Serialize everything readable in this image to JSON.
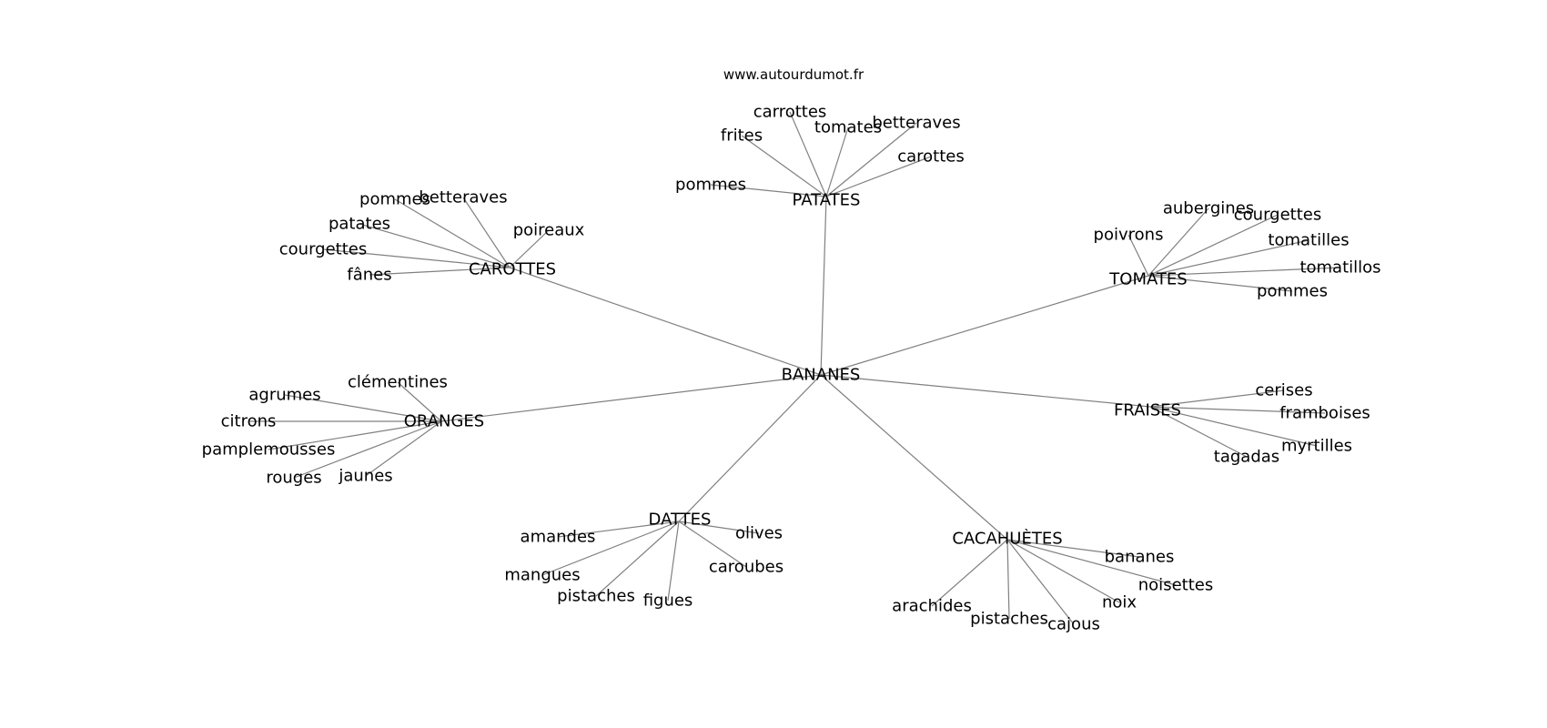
{
  "source": "www.autourdumot.fr",
  "colors": {
    "edge": "#808080",
    "text": "#000000",
    "background": "#ffffff"
  },
  "graph": {
    "center": "BANANES",
    "clusters": [
      {
        "hub": "PATATES",
        "leaves": [
          "pommes",
          "frites",
          "carrottes",
          "tomates",
          "betteraves",
          "carottes"
        ]
      },
      {
        "hub": "CAROTTES",
        "leaves": [
          "pommes",
          "betteraves",
          "patates",
          "poireaux",
          "courgettes",
          "fânes"
        ]
      },
      {
        "hub": "TOMATES",
        "leaves": [
          "aubergines",
          "courgettes",
          "poivrons",
          "tomatilles",
          "tomatillos",
          "pommes"
        ]
      },
      {
        "hub": "ORANGES",
        "leaves": [
          "clémentines",
          "agrumes",
          "citrons",
          "pamplemousses",
          "rouges",
          "jaunes"
        ]
      },
      {
        "hub": "FRAISES",
        "leaves": [
          "cerises",
          "framboises",
          "myrtilles",
          "tagadas"
        ]
      },
      {
        "hub": "DATTES",
        "leaves": [
          "amandes",
          "olives",
          "caroubes",
          "mangues",
          "pistaches",
          "figues"
        ]
      },
      {
        "hub": "CACAHUÈTES",
        "leaves": [
          "bananes",
          "noisettes",
          "noix",
          "arachides",
          "pistaches",
          "cajous"
        ]
      }
    ]
  }
}
